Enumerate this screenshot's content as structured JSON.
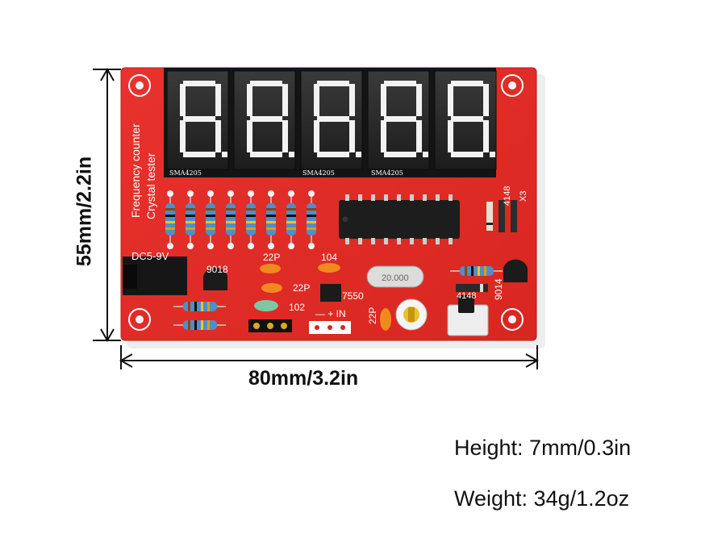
{
  "product": {
    "board_title_line1": "Frequency counter",
    "board_title_line2": "Crystal tester",
    "dc_label": "DC5-9V",
    "transistor_left": "9018",
    "transistor_right": "9014",
    "cap_top": "22P",
    "cap_mid": "22P",
    "cap_bottom": "102",
    "cap_104": "104",
    "regulator": "7550",
    "input_label": "— + IN",
    "crystal_label": "20.000",
    "cap_side": "22P",
    "diode_label": "4148",
    "diode_label_right": "4148",
    "x3_label": "X3",
    "display_text": "SMA4205"
  },
  "dimensions": {
    "height_label": "55mm/2.2in",
    "width_label": "80mm/3.2in"
  },
  "specs": {
    "height": "Height: 7mm/0.3in",
    "weight": "Weight: 34g/1.2oz"
  }
}
